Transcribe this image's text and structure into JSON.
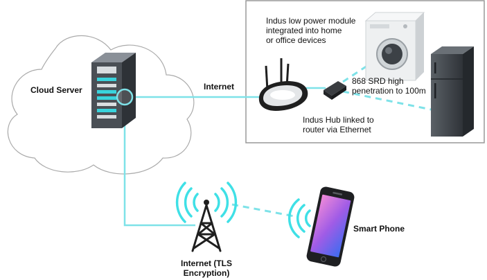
{
  "labels": {
    "cloud_server": "Cloud Server",
    "internet": "Internet",
    "module_line1": "Indus low power module",
    "module_line2": "integrated into home",
    "module_line3": "or office devices",
    "srd_line1": "868 SRD high",
    "srd_line2": "penetration to 100m",
    "hub_line1": "Indus Hub linked to",
    "hub_line2": "router via Ethernet",
    "tower_line1": "Internet (TLS",
    "tower_line2": "Encryption)",
    "smart_phone": "Smart Phone"
  },
  "colors": {
    "link": "#7ee2e8",
    "wifi_wave": "#3fe0e6",
    "cloud_outline": "#aaaaaa",
    "box_outline": "#999999",
    "server_body": "#4a4f55",
    "server_accent": "#39d3dc",
    "fridge": "#3d4247",
    "washer": "#eef0f1",
    "router": "#1f1f1f"
  },
  "icons": [
    "cloud-icon",
    "server-icon",
    "router-icon",
    "hub-icon",
    "washing-machine-icon",
    "fridge-icon",
    "tower-icon",
    "smartphone-icon"
  ]
}
